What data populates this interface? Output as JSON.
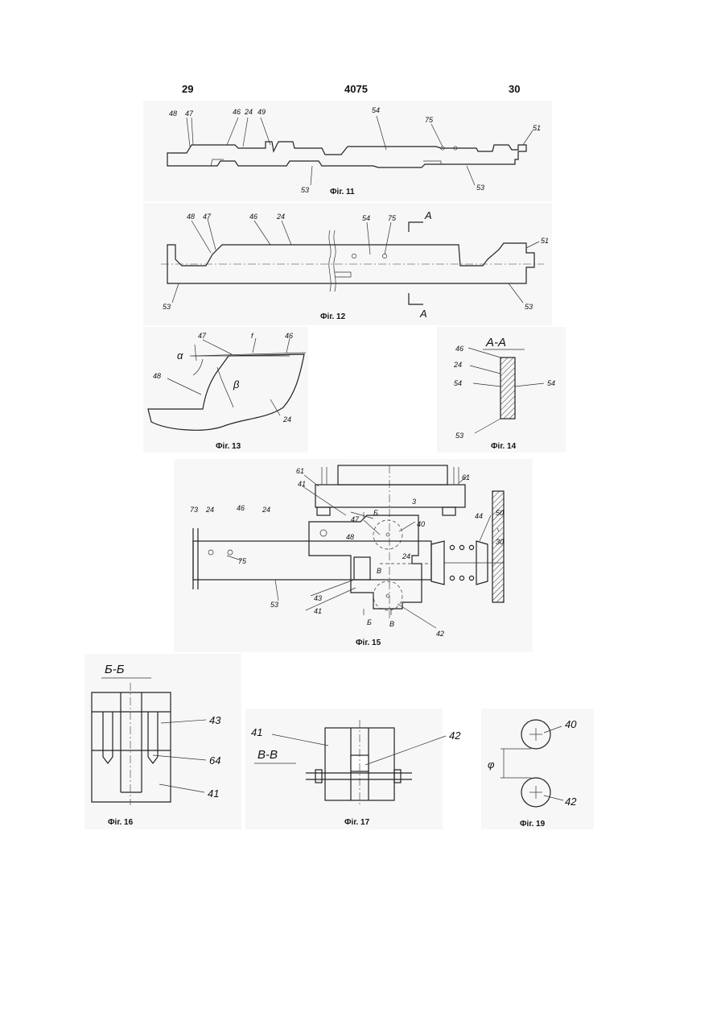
{
  "header": {
    "page_left": "29",
    "page_center": "4075",
    "page_right": "30"
  },
  "figures": {
    "fig11": {
      "caption": "Фіг. 11",
      "labels": [
        "48",
        "47",
        "46",
        "24",
        "49",
        "54",
        "75",
        "51",
        "53",
        "53"
      ]
    },
    "fig12": {
      "caption": "Фіг. 12",
      "labels": [
        "48",
        "47",
        "46",
        "24",
        "54",
        "75",
        "A",
        "51",
        "53",
        "53",
        "A"
      ]
    },
    "fig13": {
      "caption": "Фіг. 13",
      "labels": [
        "47",
        "f",
        "46",
        "α",
        "48",
        "β",
        "24"
      ]
    },
    "fig14": {
      "caption": "Фіг. 14",
      "section": "A-A",
      "labels": [
        "46",
        "24",
        "54",
        "54",
        "53"
      ]
    },
    "fig15": {
      "caption": "Фіг. 15",
      "labels": [
        "61",
        "61",
        "3",
        "41",
        "Б",
        "47",
        "40",
        "73",
        "24",
        "46",
        "24",
        "44",
        "50",
        "30",
        "48",
        "75",
        "24",
        "B",
        "43",
        "53",
        "41",
        "Б",
        "B",
        "42"
      ]
    },
    "fig16": {
      "caption": "Фіг. 16",
      "section": "Б-Б",
      "labels": [
        "43",
        "64",
        "41"
      ]
    },
    "fig17": {
      "caption": "Фіг. 17",
      "section": "B-B",
      "labels": [
        "41",
        "42"
      ]
    },
    "fig19": {
      "caption": "Фіг. 19",
      "labels": [
        "40",
        "φ",
        "42"
      ]
    }
  }
}
